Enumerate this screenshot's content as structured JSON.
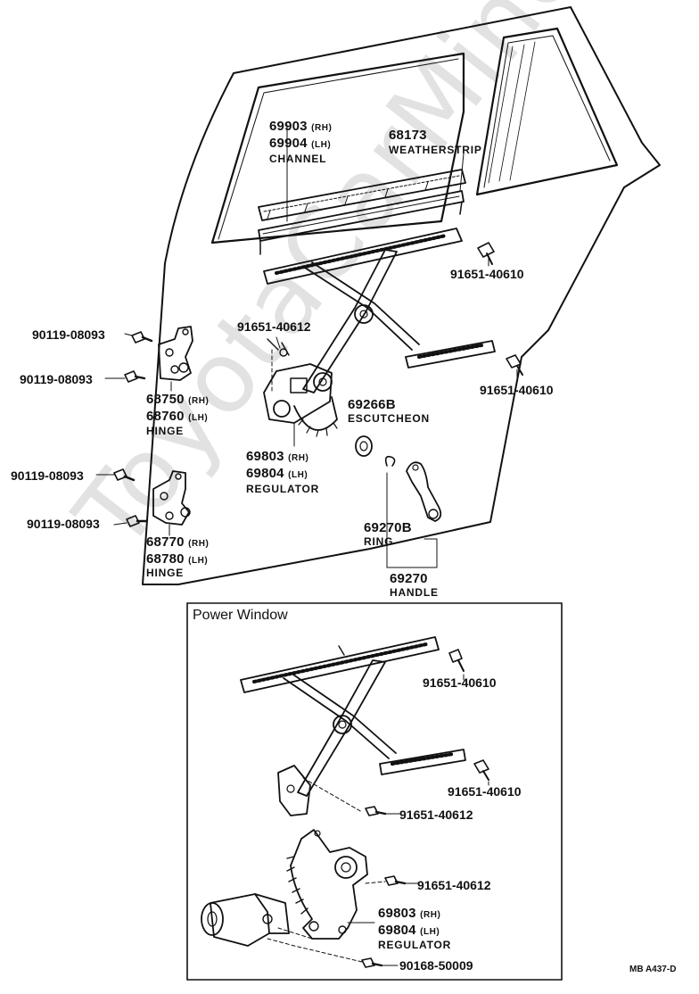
{
  "watermark": "ToyotaCarMine.ru",
  "door": {
    "channel": {
      "part_rh": "69903",
      "sfx_rh": "(RH)",
      "part_lh": "69904",
      "sfx_lh": "(LH)",
      "name": "CHANNEL"
    },
    "weatherstrip": {
      "part": "68173",
      "name": "WEATHERSTRIP"
    },
    "bolt_top_right": "91651-40610",
    "bolt_mid_right": "91651-40610",
    "bolt_regulator": "91651-40612",
    "hinge_bolts": [
      "90119-08093",
      "90119-08093",
      "90119-08093",
      "90119-08093"
    ],
    "hinge_upper": {
      "part_rh": "68750",
      "sfx_rh": "(RH)",
      "part_lh": "68760",
      "sfx_lh": "(LH)",
      "name": "HINGE"
    },
    "hinge_lower": {
      "part_rh": "68770",
      "sfx_rh": "(RH)",
      "part_lh": "68780",
      "sfx_lh": "(LH)",
      "name": "HINGE"
    },
    "regulator": {
      "part_rh": "69803",
      "sfx_rh": "(RH)",
      "part_lh": "69804",
      "sfx_lh": "(LH)",
      "name": "REGULATOR"
    },
    "escutcheon": {
      "part": "69266B",
      "name": "ESCUTCHEON"
    },
    "ring": {
      "part": "69270B",
      "name": "RING"
    },
    "handle": {
      "part": "69270",
      "name": "HANDLE"
    }
  },
  "power_window": {
    "title": "Power Window",
    "bolt_top": "91651-40610",
    "bolt_mid": "91651-40610",
    "bolt_a": "91651-40612",
    "bolt_b": "91651-40612",
    "regulator": {
      "part_rh": "69803",
      "sfx_rh": "(RH)",
      "part_lh": "69804",
      "sfx_lh": "(LH)",
      "name": "REGULATOR"
    },
    "screw": "90168-50009"
  },
  "figure_ref": "MB A437-D"
}
